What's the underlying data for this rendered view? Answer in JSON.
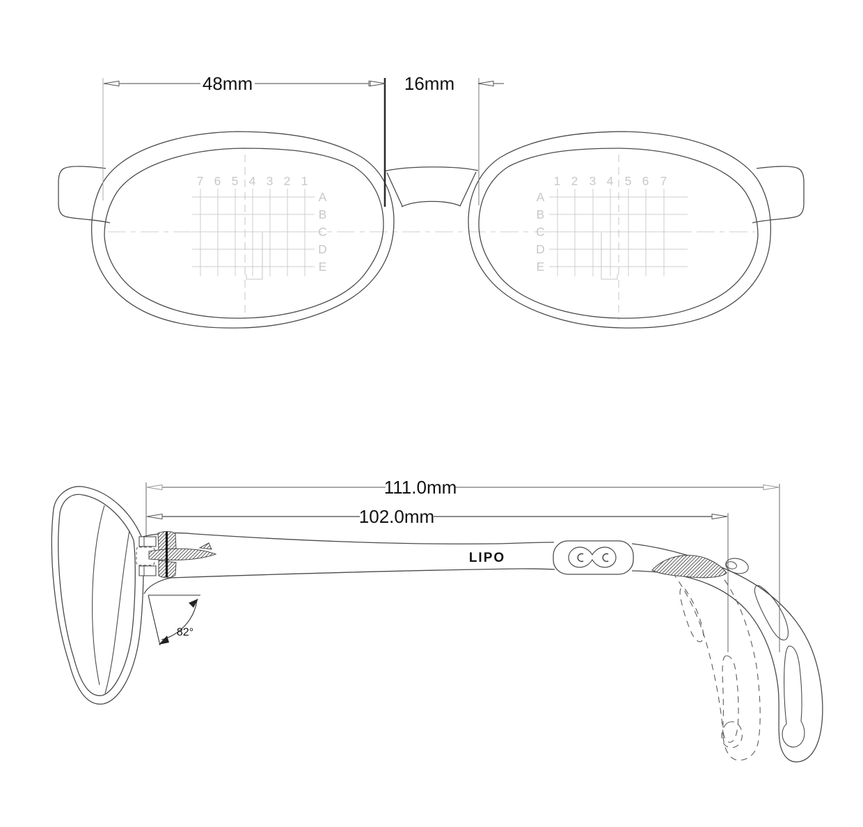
{
  "front_view": {
    "lens_width_label": "48mm",
    "bridge_width_label": "16mm",
    "left_grid": {
      "columns": [
        "7",
        "6",
        "5",
        "4",
        "3",
        "2",
        "1"
      ],
      "rows": [
        "A",
        "B",
        "C",
        "D",
        "E"
      ]
    },
    "right_grid": {
      "columns": [
        "1",
        "2",
        "3",
        "4",
        "5",
        "6",
        "7"
      ],
      "rows": [
        "A",
        "B",
        "C",
        "D",
        "E"
      ]
    }
  },
  "side_view": {
    "temple_total_label": "111.0mm",
    "temple_straight_label": "102.0mm",
    "pantoscopic_angle_label": "82°",
    "brand_label": "LIPO"
  },
  "colors": {
    "outline": "#4a4a4a",
    "grid_light": "#cccccc",
    "dim_gray": "#aaaaaa",
    "dim_dark": "#444444",
    "text": "#111111"
  }
}
